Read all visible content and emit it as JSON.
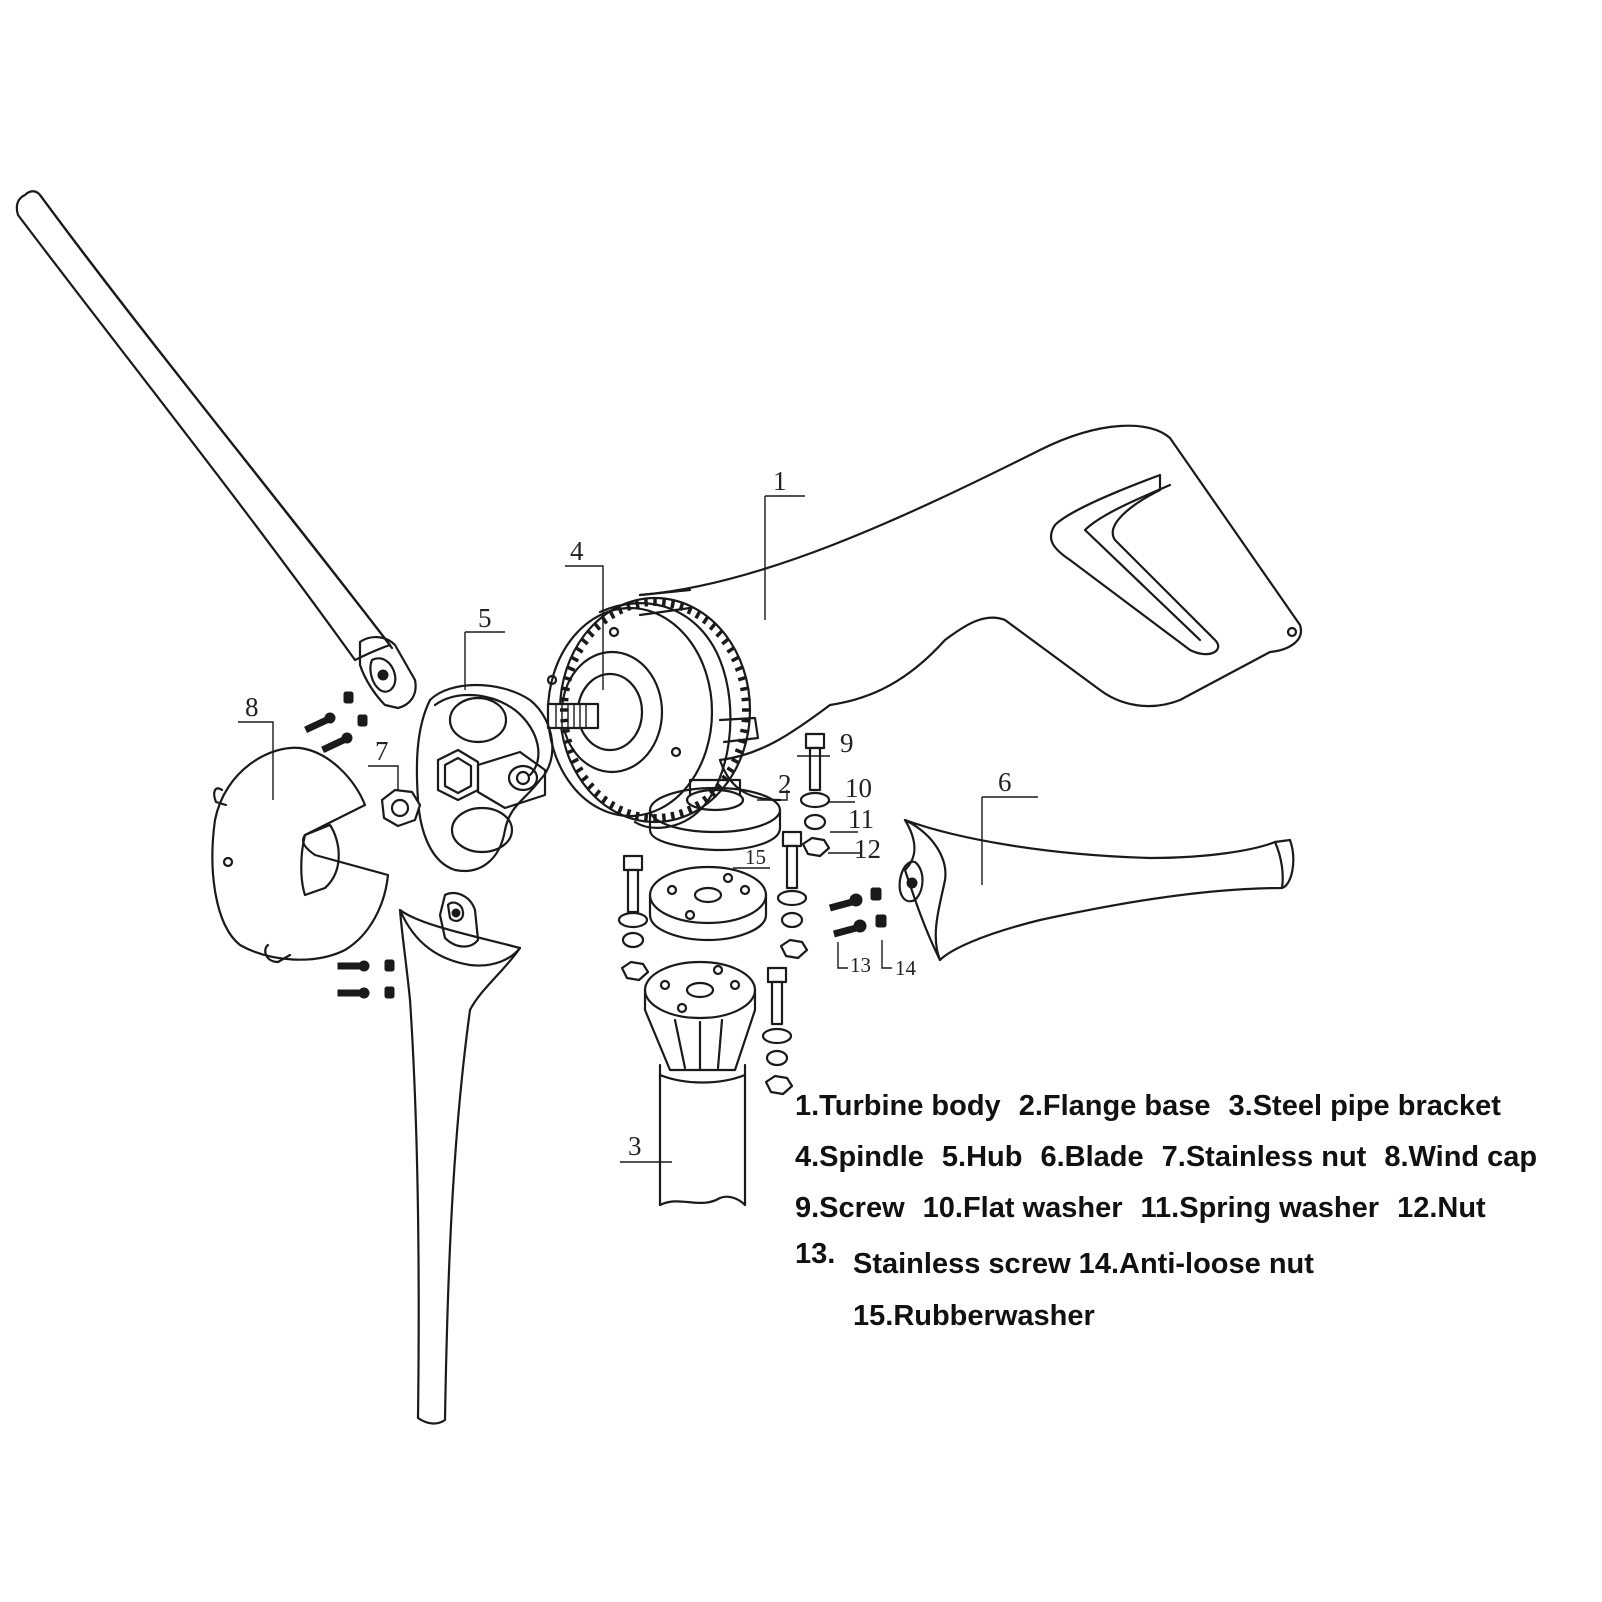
{
  "callouts": {
    "c1": "1",
    "c2": "2",
    "c3": "3",
    "c4": "4",
    "c5": "5",
    "c6": "6",
    "c7": "7",
    "c8": "8",
    "c9": "9",
    "c10": "10",
    "c11": "11",
    "c12": "12",
    "c13": "13",
    "c14": "14",
    "c15": "15"
  },
  "legend": {
    "line1": [
      "1.Turbine body",
      "2.Flange base",
      "3.Steel pipe bracket"
    ],
    "line2": [
      "4.Spindle",
      "5.Hub",
      "6.Blade",
      "7.Stainless nut",
      "8.Wind cap"
    ],
    "line3": [
      "9.Screw",
      "10.Flat washer",
      "11.Spring washer",
      "12.Nut"
    ],
    "line4_num": "13.",
    "line4_text": "Stainless screw 14.Anti-loose nut",
    "line5": "15.Rubberwasher"
  }
}
